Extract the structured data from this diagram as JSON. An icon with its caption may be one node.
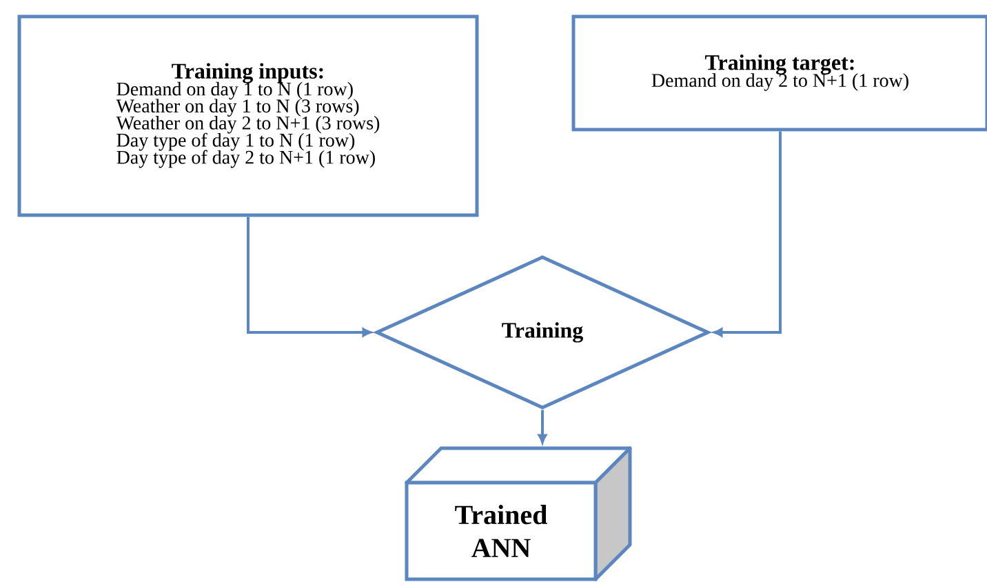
{
  "diagram": {
    "nodes": [
      {
        "text": [
          "Training inputs:",
          "Demand on day 1 to N (1 row)",
          "Weather on day 1 to N (3 rows)",
          "Weather on day 2 to N+1 (3 rows)",
          "Day type of day 1 to N (1 row)",
          "Day type of day 2 to N+1 (1 row)"
        ]
      },
      {
        "text": [
          "Training target:",
          "Demand on day 2 to N+1 (1 row)"
        ]
      },
      {
        "text": [
          "Training"
        ]
      },
      {
        "text": [
          "Trained ANN"
        ]
      }
    ],
    "edges": [
      {
        "from": 0,
        "to": 2,
        "arrow": "to"
      },
      {
        "from": 1,
        "to": 2,
        "arrow": "to"
      },
      {
        "from": 2,
        "to": 3,
        "arrow": "to"
      }
    ]
  }
}
